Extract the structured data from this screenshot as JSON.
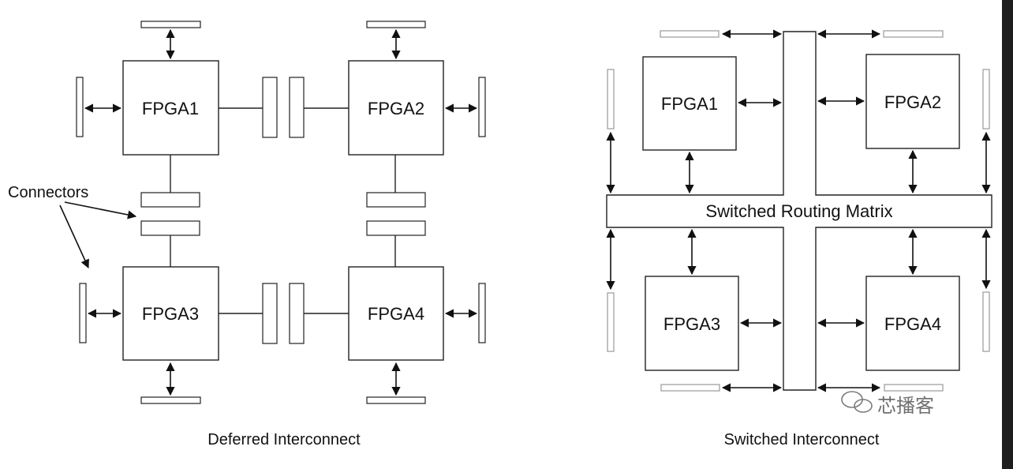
{
  "left_diagram": {
    "caption": "Deferred Interconnect",
    "fpgas": [
      "FPGA1",
      "FPGA2",
      "FPGA3",
      "FPGA4"
    ],
    "connectors_label": "Connectors"
  },
  "right_diagram": {
    "caption": "Switched Interconnect",
    "fpgas": [
      "FPGA1",
      "FPGA2",
      "FPGA3",
      "FPGA4"
    ],
    "matrix_label": "Switched Routing Matrix"
  },
  "watermark": {
    "text": "芯播客",
    "icon": "wechat-icon"
  },
  "colors": {
    "stroke": "#222222",
    "light_connector": "#9a9a9a",
    "edge_bar": "#1e1e1e"
  }
}
